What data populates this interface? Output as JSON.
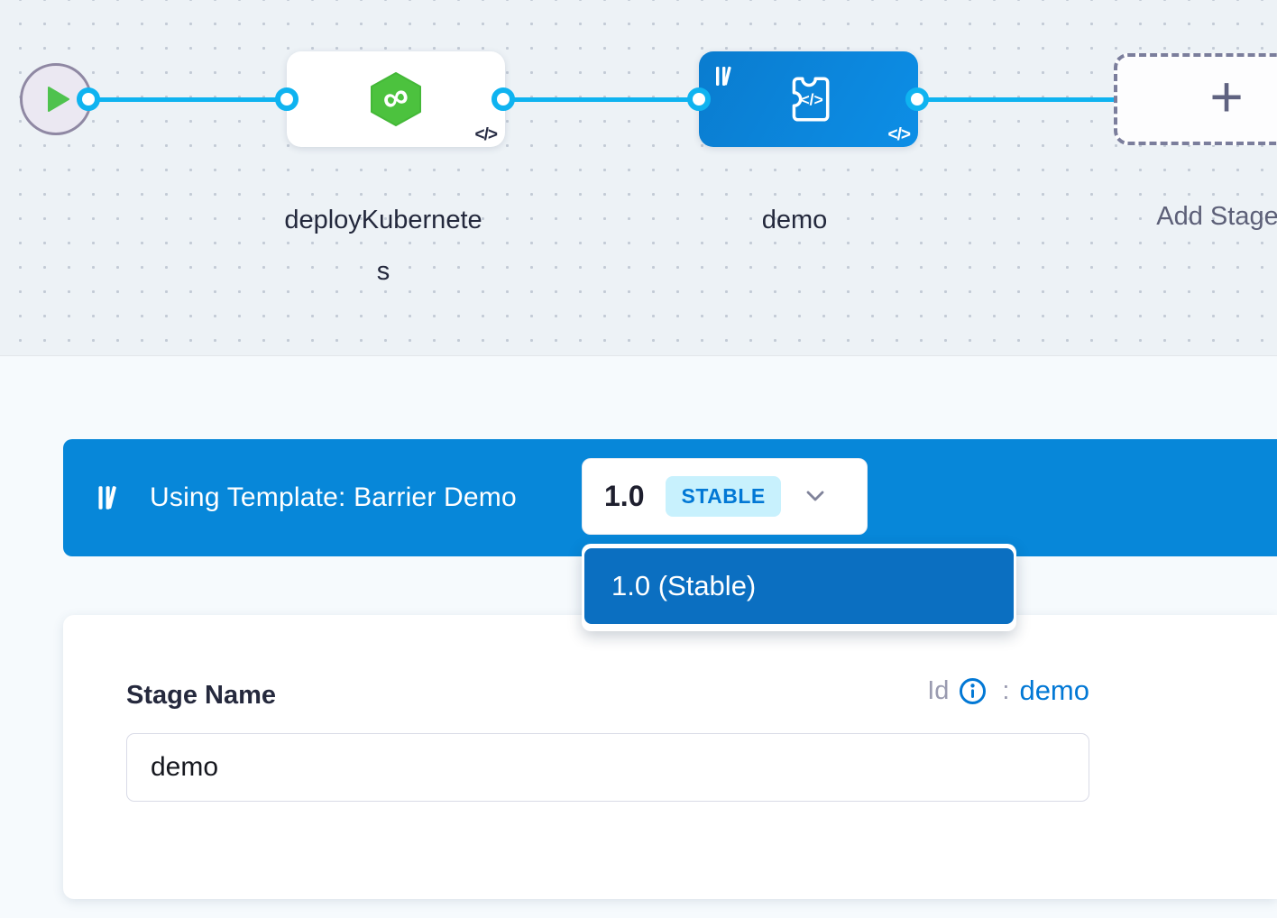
{
  "pipeline": {
    "stages": [
      {
        "name": "deployKubernetes",
        "type": "deploy-stage"
      },
      {
        "name": "demo",
        "type": "template-stage"
      }
    ],
    "add_stage": {
      "label": "Add Stage",
      "plus": "+"
    }
  },
  "template_banner": {
    "text": "Using Template: Barrier Demo",
    "version_selector": {
      "version": "1.0",
      "badge": "STABLE"
    }
  },
  "version_dropdown": {
    "items": [
      {
        "label": "1.0 (Stable)"
      }
    ]
  },
  "stage_form": {
    "name_label": "Stage Name",
    "name_value": "demo",
    "id_label": "Id",
    "id_colon": ":",
    "id_value": "demo"
  },
  "icons": {
    "code": "</>",
    "infinity": "∞",
    "plus": "+"
  },
  "colors": {
    "banner_blue": "#0787d9",
    "stage_node_blue": "#0c86da",
    "dropdown_item_blue": "#0b6fc1",
    "connector_blue": "#0fb3f0",
    "deploy_green": "#4cc23e",
    "link_blue": "#0278d5",
    "stable_badge_bg": "#c8f1fd"
  }
}
